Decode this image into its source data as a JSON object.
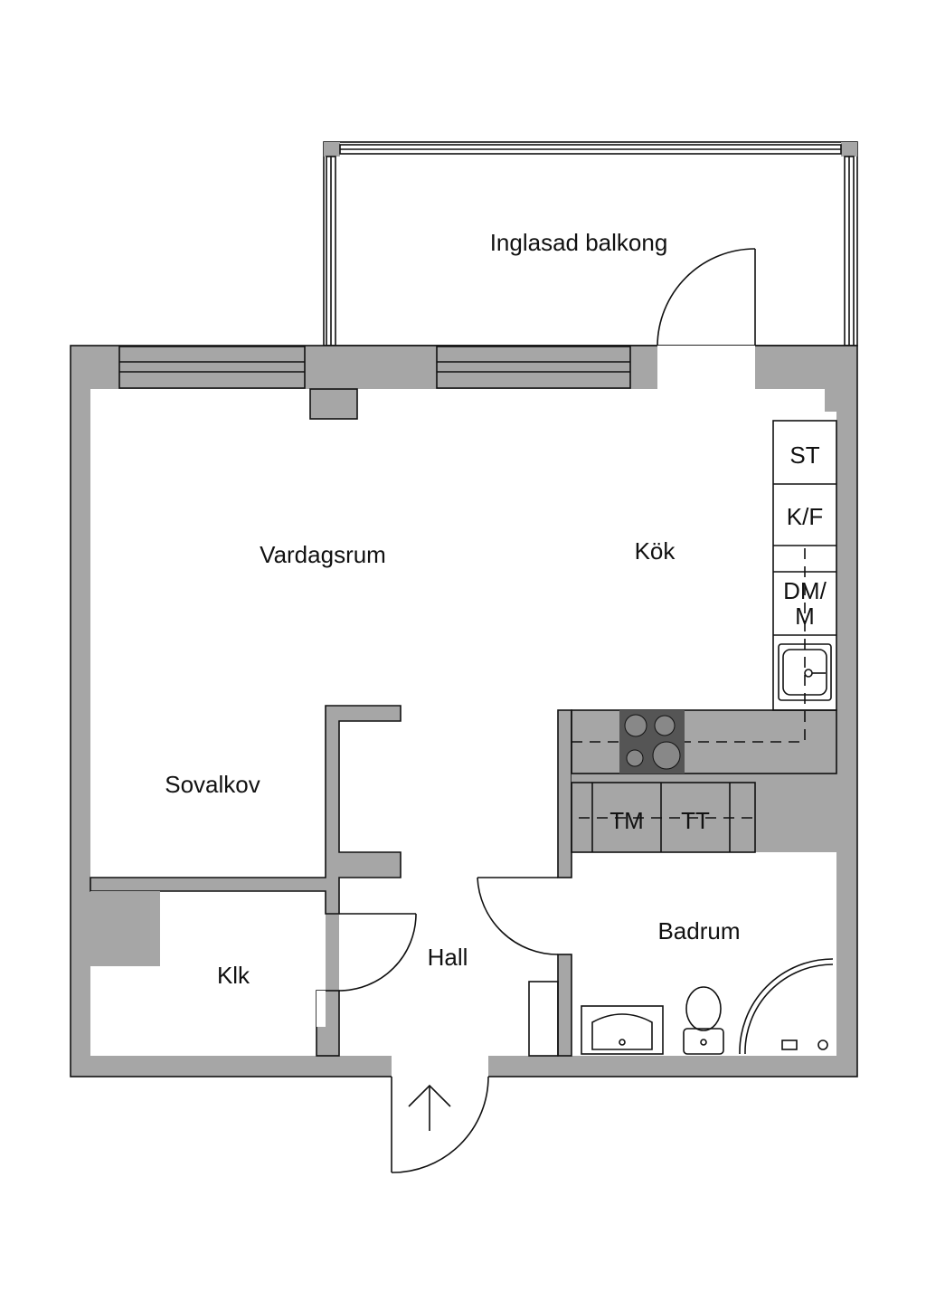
{
  "rooms": {
    "balcony": "Inglasad balkong",
    "living": "Vardagsrum",
    "kitchen": "Kök",
    "alcove": "Sovalkov",
    "closet": "Klk",
    "hall": "Hall",
    "bathroom": "Badrum"
  },
  "appliances": {
    "storage": "ST",
    "fridge_freezer": "K/F",
    "dishwasher_line1": "DM/",
    "dishwasher_line2": "M",
    "washer": "TM",
    "dryer": "TT"
  },
  "colors": {
    "wall": "#a6a6a6",
    "hob": "#555555"
  }
}
